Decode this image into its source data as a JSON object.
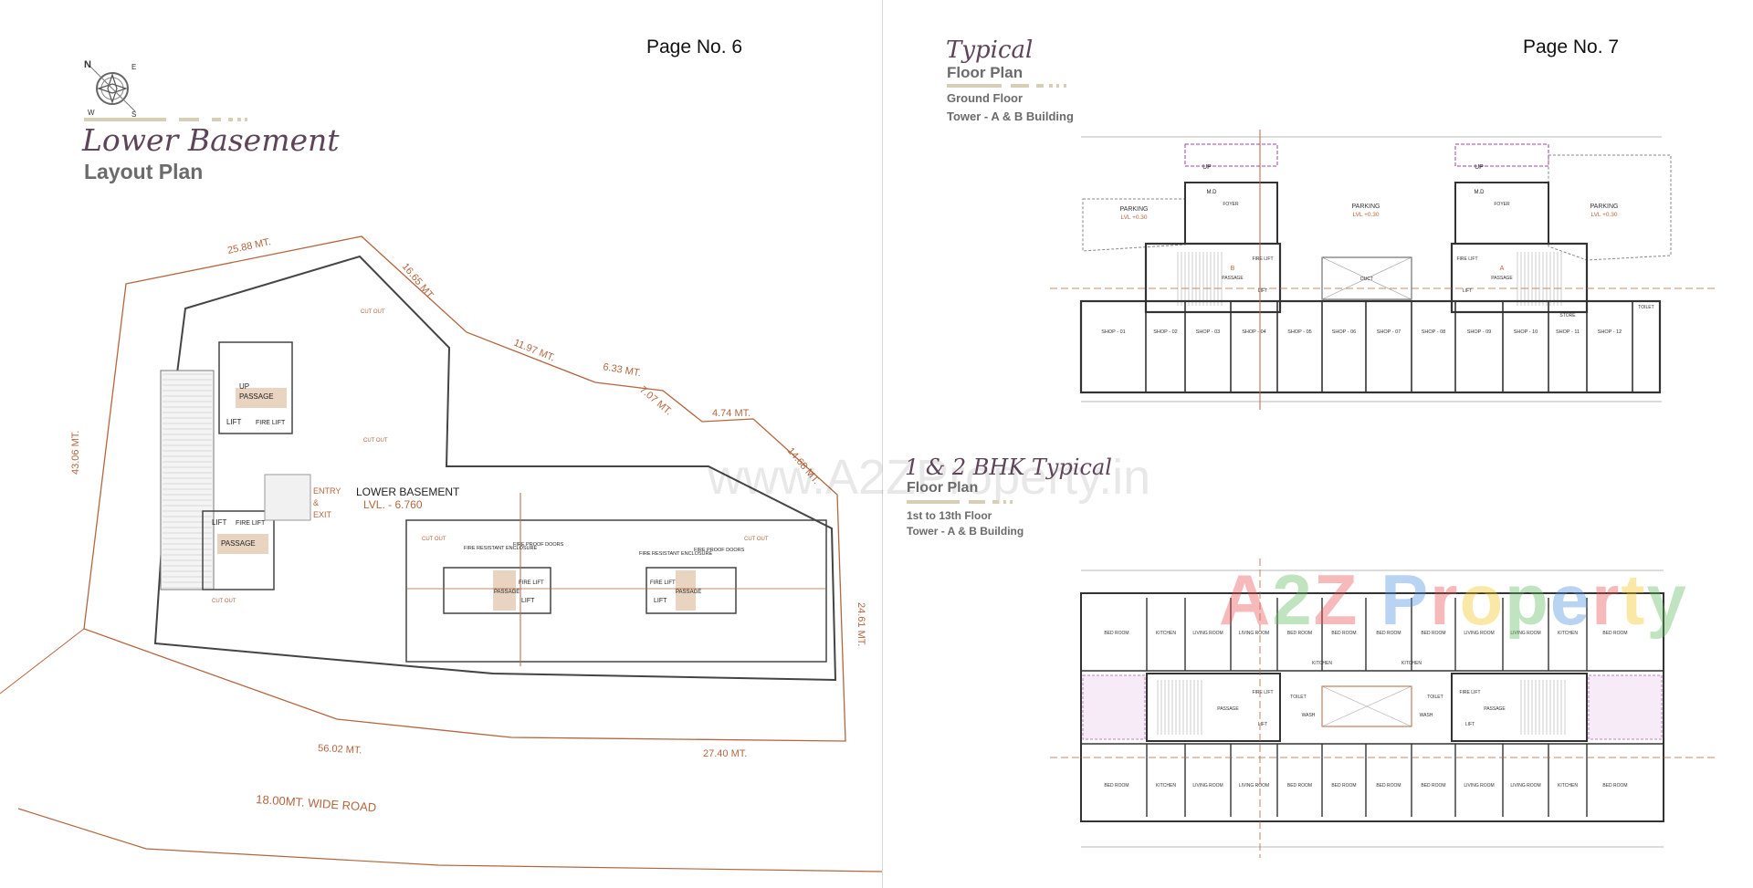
{
  "left_page": {
    "page_number": "Page No. 6",
    "title_script": "Lower Basement",
    "title_sub": "Layout Plan",
    "compass": {
      "icon": "compass-rose-icon",
      "n": "N",
      "e": "E",
      "s": "S",
      "w": "W"
    },
    "site_plan": {
      "dimensions": [
        "25.88 MT.",
        "16.65 MT.",
        "11.97 MT.",
        "6.33 MT.",
        "7.07 MT.",
        "4.74 MT.",
        "14.68 MT.",
        "24.61 MT.",
        "43.06 MT.",
        "56.02 MT.",
        "27.40 MT."
      ],
      "road": "18.00MT. WIDE ROAD",
      "level_name": "LOWER BASEMENT",
      "level_value": "LVL. - 6.760",
      "entry_exit": [
        "ENTRY",
        "&",
        "EXIT"
      ],
      "core_labels": {
        "up": "UP",
        "passage": "PASSAGE",
        "lift": "LIFT",
        "fire_lift": "FIRE LIFT",
        "fire_enclosure": "FIRE RESISTANT ENCLOSURE",
        "fire_doors": "FIRE PROOF DOORS",
        "cut_out": "CUT OUT"
      },
      "colors": {
        "boundary": "#b5653f",
        "wall": "#444444",
        "passage_fill": "#e8d4c0"
      }
    }
  },
  "right_page": {
    "page_number": "Page No. 7",
    "ground": {
      "title_script": "Typical",
      "title_sub": "Floor Plan",
      "floor": "Ground Floor",
      "tower": "Tower - A & B Building",
      "parking": "PARKING",
      "parking_level": "LVL +0.30",
      "shops": [
        "SHOP - 01",
        "SHOP - 02",
        "SHOP - 03",
        "SHOP - 04",
        "SHOP - 05",
        "SHOP - 06",
        "SHOP - 07",
        "SHOP - 08",
        "SHOP - 09",
        "SHOP - 10",
        "SHOP - 11",
        "SHOP - 12"
      ],
      "foyer": "FOYER",
      "passage": "PASSAGE",
      "lift": "LIFT",
      "fire_lift": "FIRE LIFT",
      "duct": "DUCT",
      "store": "STORE",
      "toilet": "TOILET",
      "md": "M.D",
      "up": "UP",
      "wing_a": "A",
      "wing_b": "B"
    },
    "typical": {
      "title_script": "1 & 2 BHK Typical",
      "title_sub": "Floor Plan",
      "floor": "1st to 13th Floor",
      "tower": "Tower - A & B Building",
      "top_rooms": [
        "BED ROOM",
        "KITCHEN",
        "LIVING ROOM",
        "LIVING ROOM",
        "BED ROOM",
        "BED ROOM",
        "BED ROOM",
        "BED ROOM",
        "LIVING ROOM",
        "LIVING ROOM",
        "KITCHEN",
        "BED ROOM"
      ],
      "bottom_rooms": [
        "BED ROOM",
        "KITCHEN",
        "LIVING ROOM",
        "LIVING ROOM",
        "BED ROOM",
        "BED ROOM",
        "BED ROOM",
        "BED ROOM",
        "LIVING ROOM",
        "LIVING ROOM",
        "KITCHEN",
        "BED ROOM"
      ],
      "core": {
        "passage": "PASSAGE",
        "lift": "LIFT",
        "fire_lift": "FIRE LIFT",
        "kitchen": "KITCHEN",
        "toilet": "TOILET",
        "wash": "WASH"
      }
    },
    "watermark": "www.A2ZProperty.in",
    "logo": {
      "text": "A2Z Property",
      "colors": [
        "#e84c4c",
        "#5cb85c",
        "#e84c4c",
        "#ffffff",
        "#4a90e2",
        "#e84c4c",
        "#f0c419",
        "#5cb85c",
        "#4a90e2",
        "#e84c4c",
        "#f0c419",
        "#5cb85c"
      ]
    }
  }
}
